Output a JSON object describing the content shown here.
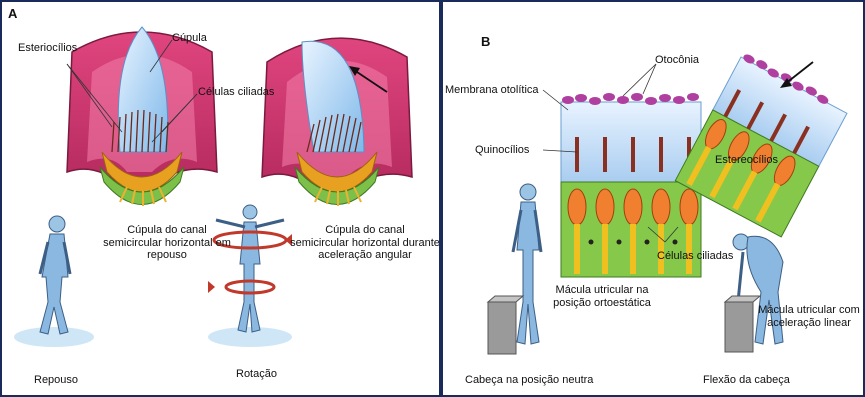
{
  "panel_a": {
    "letter": "A",
    "labels": {
      "esterocilios": "Esteriocílios",
      "cupula": "Cúpula",
      "celulas_ciliadas": "Células ciliadas",
      "cupula_repouso_1": "Cúpula do canal",
      "cupula_repouso_2": "semicircular horizontal em",
      "cupula_repouso_3": "repouso",
      "cupula_acel_1": "Cúpula do canal",
      "cupula_acel_2": "semicircular horizontal durante",
      "cupula_acel_3": "aceleração angular",
      "repouso": "Repouso",
      "rotacao": "Rotação"
    }
  },
  "panel_b": {
    "letter": "B",
    "labels": {
      "otoconia": "Otocônia",
      "membrana": "Membrana otolítica",
      "quinocilios": "Quinocílios",
      "estereocilios": "Estereocílios",
      "celulas_ciliadas": "Células ciliadas",
      "macula_neutra_1": "Mácula utricular na",
      "macula_neutra_2": "posição ortoestática",
      "macula_linear_1": "Mácula utricular com",
      "macula_linear_2": "aceleração linear",
      "cabeca_neutra": "Cabeça na posição neutra",
      "flexao": "Flexão da cabeça"
    }
  }
}
